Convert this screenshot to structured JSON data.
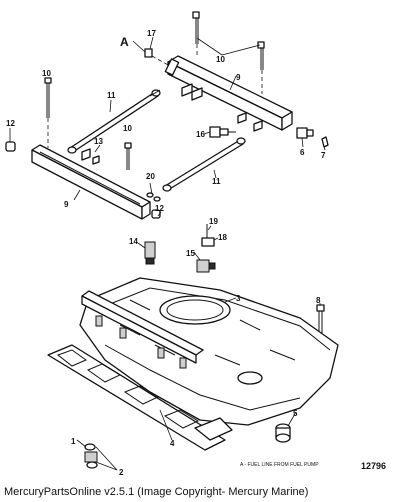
{
  "diagram": {
    "view_marker": "A",
    "art_number": "12796",
    "cut_note": "A - FUEL LINE FROM FUEL PUMP",
    "callouts": [
      {
        "id": "c1",
        "text": "1"
      },
      {
        "id": "c2",
        "text": "2"
      },
      {
        "id": "c3",
        "text": "3"
      },
      {
        "id": "c4",
        "text": "4"
      },
      {
        "id": "c5",
        "text": "5"
      },
      {
        "id": "c6",
        "text": "6"
      },
      {
        "id": "c7",
        "text": "7"
      },
      {
        "id": "c8",
        "text": "8"
      },
      {
        "id": "c9a",
        "text": "9"
      },
      {
        "id": "c9b",
        "text": "9"
      },
      {
        "id": "c10a",
        "text": "10"
      },
      {
        "id": "c10b",
        "text": "10"
      },
      {
        "id": "c10c",
        "text": "10"
      },
      {
        "id": "c11a",
        "text": "11"
      },
      {
        "id": "c11b",
        "text": "11"
      },
      {
        "id": "c12a",
        "text": "12"
      },
      {
        "id": "c12b",
        "text": "12"
      },
      {
        "id": "c13",
        "text": "13"
      },
      {
        "id": "c14",
        "text": "14"
      },
      {
        "id": "c15",
        "text": "15"
      },
      {
        "id": "c16",
        "text": "16"
      },
      {
        "id": "c17",
        "text": "17"
      },
      {
        "id": "c18",
        "text": "18"
      },
      {
        "id": "c19",
        "text": "19"
      },
      {
        "id": "c20",
        "text": "20"
      }
    ]
  },
  "footer": {
    "text": "MercuryPartsOnline v2.5.1 (Image Copyright- Mercury Marine)"
  }
}
